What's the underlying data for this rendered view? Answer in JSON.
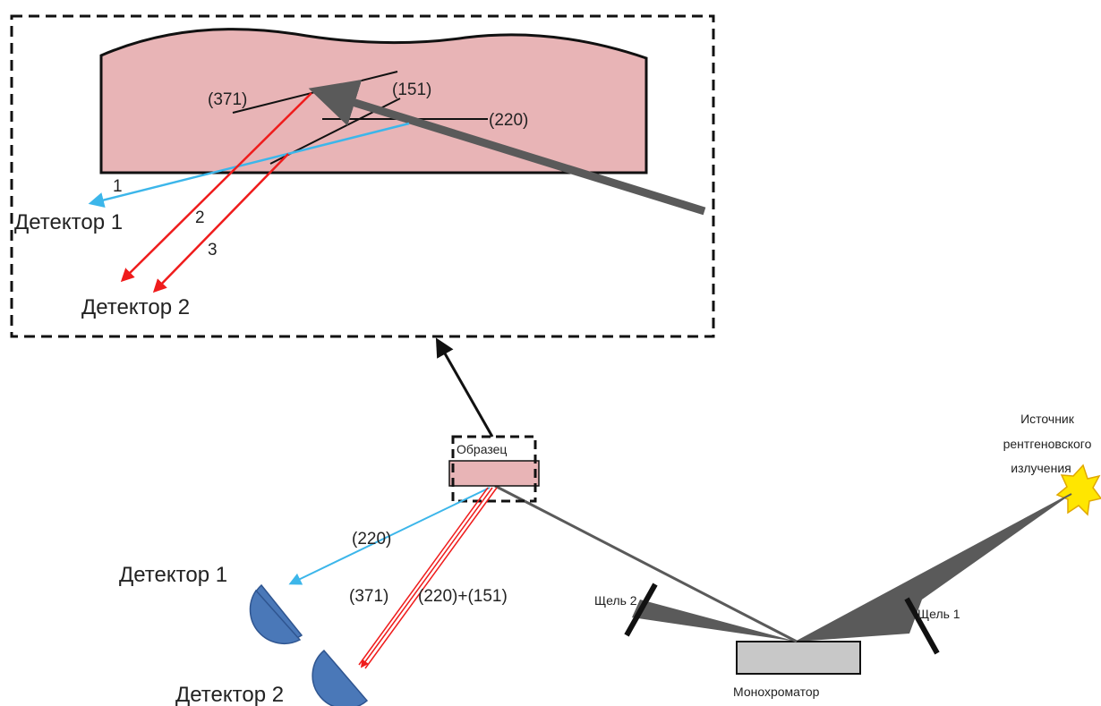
{
  "inset": {
    "planes": {
      "p371": "(371)",
      "p151": "(151)",
      "p220": "(220)"
    },
    "rays": {
      "r1": "1",
      "r2": "2",
      "r3": "3"
    },
    "detector1": "Детектор 1",
    "detector2": "Детектор 2"
  },
  "setup": {
    "sample": "Образец",
    "source_line1": "Источник",
    "source_line2": "рентгеновского",
    "source_line3": "излучения",
    "monochromator": "Монохроматор",
    "slit1": "Щель 1",
    "slit2": "Щель 2",
    "detector1": "Детектор 1",
    "detector2": "Детектор 2",
    "beam_220": "(220)",
    "beam_371": "(371)",
    "beam_220_151": "(220)+(151)"
  },
  "colors": {
    "sample_fill": "#e8b4b6",
    "primary_beam": "#5a5a5a",
    "cyan_beam": "#3cb6ea",
    "red_beam": "#ef1c1c",
    "detector_fill": "#4a78b8",
    "source_fill": "#ffe600",
    "monochromator_fill": "#c8c8c8"
  }
}
